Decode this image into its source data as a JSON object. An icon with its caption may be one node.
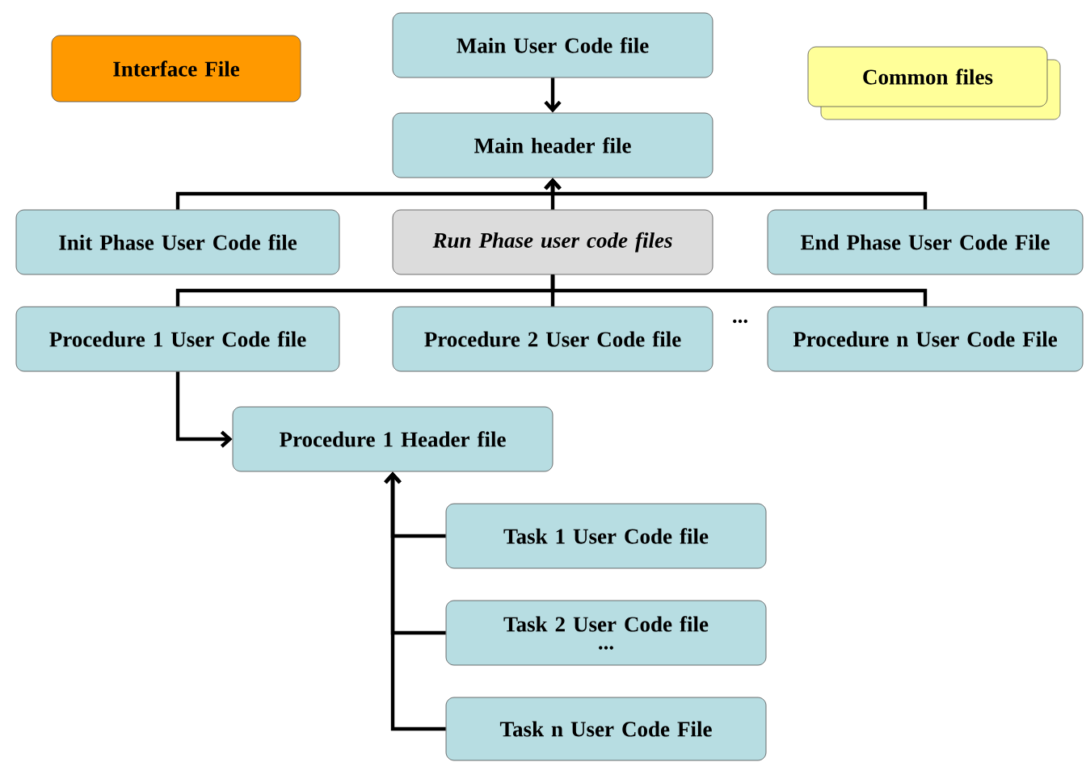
{
  "diagram": {
    "nodes": [
      {
        "text": [
          "Interface File"
        ]
      },
      {
        "text": [
          "Main User Code file"
        ]
      },
      {
        "text": [
          "Common files"
        ]
      },
      {
        "text": [
          "Main header file"
        ]
      },
      {
        "text": [
          "Init Phase User Code file"
        ]
      },
      {
        "text": [
          "Run Phase user code files"
        ]
      },
      {
        "text": [
          "End Phase User Code File"
        ]
      },
      {
        "text": [
          "Procedure 1 User Code file"
        ]
      },
      {
        "text": [
          "Procedure 2 User Code file"
        ]
      },
      {
        "text": [
          "Procedure n User Code File"
        ]
      },
      {
        "text": [
          "Procedure 1 Header file"
        ]
      },
      {
        "text": [
          "Task 1 User Code file"
        ]
      },
      {
        "text": [
          "Task 2 User Code file",
          "..."
        ]
      },
      {
        "text": [
          "Task n User Code File"
        ]
      }
    ],
    "edges": [
      {
        "from": 1,
        "to": 3,
        "arrow": "to"
      },
      {
        "from": 4,
        "to": 3,
        "arrow": "to"
      },
      {
        "from": 5,
        "to": 3,
        "arrow": "to"
      },
      {
        "from": 6,
        "to": 3,
        "arrow": "to"
      },
      {
        "from": 5,
        "to": 7,
        "arrow": "none"
      },
      {
        "from": 5,
        "to": 8,
        "arrow": "none"
      },
      {
        "from": 5,
        "to": 9,
        "arrow": "none"
      },
      {
        "from": 7,
        "to": 10,
        "arrow": "to"
      },
      {
        "from": 11,
        "to": 10,
        "arrow": "to"
      },
      {
        "from": 12,
        "to": 10,
        "arrow": "to"
      },
      {
        "from": 13,
        "to": 10,
        "arrow": "to"
      }
    ],
    "labels": [
      "..."
    ]
  }
}
